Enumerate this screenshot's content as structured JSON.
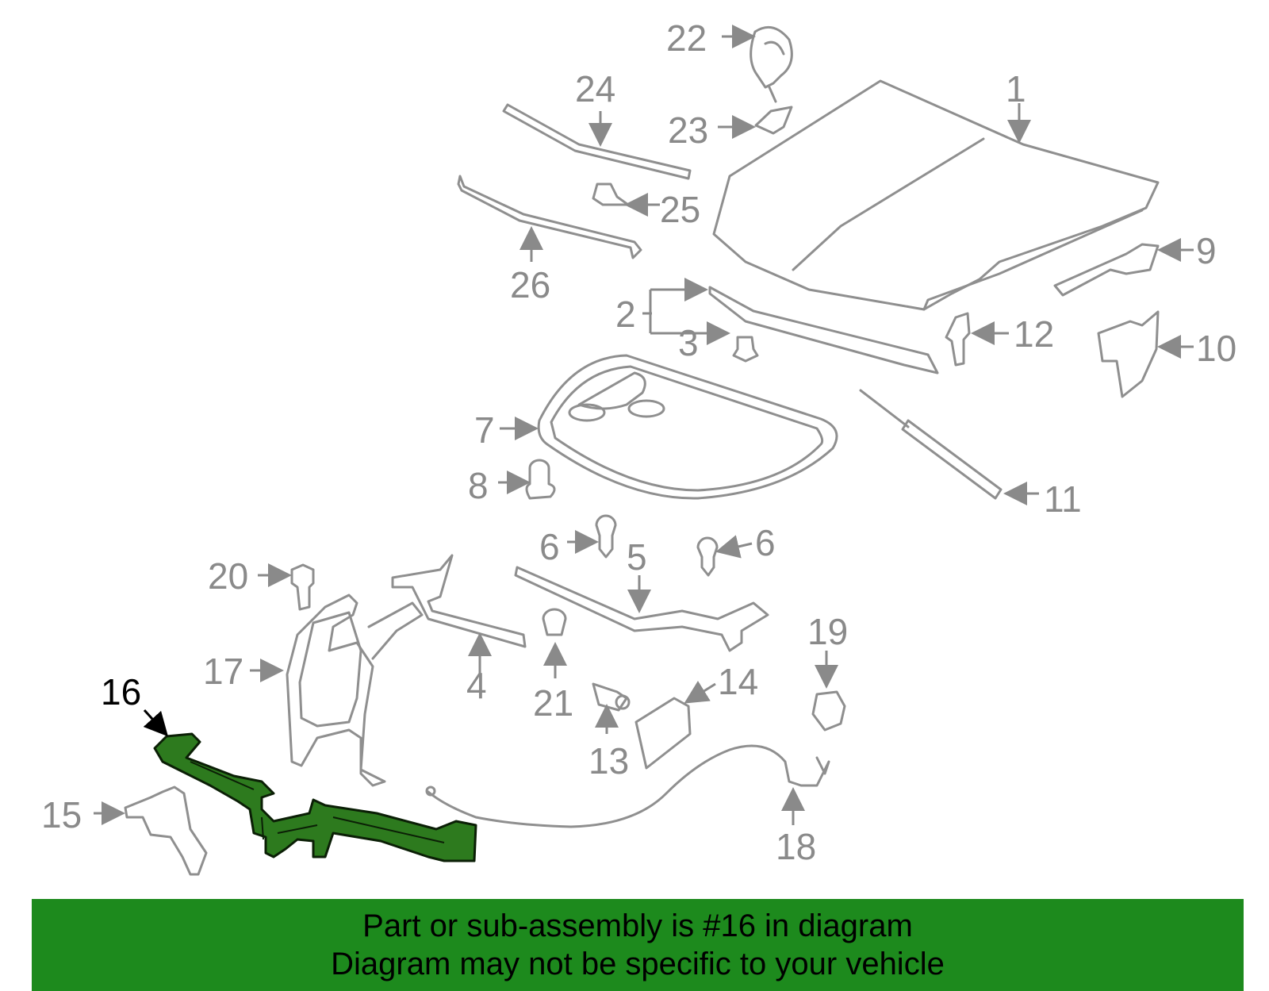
{
  "diagram": {
    "highlighted_part": "16",
    "colors": {
      "highlight_fill": "#2d7a1e",
      "banner_bg": "#1d8a1d",
      "line_gray": "#8f8f8f",
      "label_gray": "#8a8a8a"
    },
    "callouts": [
      "1",
      "2",
      "3",
      "4",
      "5",
      "6",
      "6",
      "7",
      "8",
      "9",
      "10",
      "11",
      "12",
      "13",
      "14",
      "15",
      "16",
      "17",
      "18",
      "19",
      "20",
      "21",
      "22",
      "23",
      "24",
      "25",
      "26"
    ]
  },
  "banner": {
    "line1": "Part or sub-assembly is #16 in diagram",
    "line2": "Diagram may not be specific to your vehicle"
  }
}
